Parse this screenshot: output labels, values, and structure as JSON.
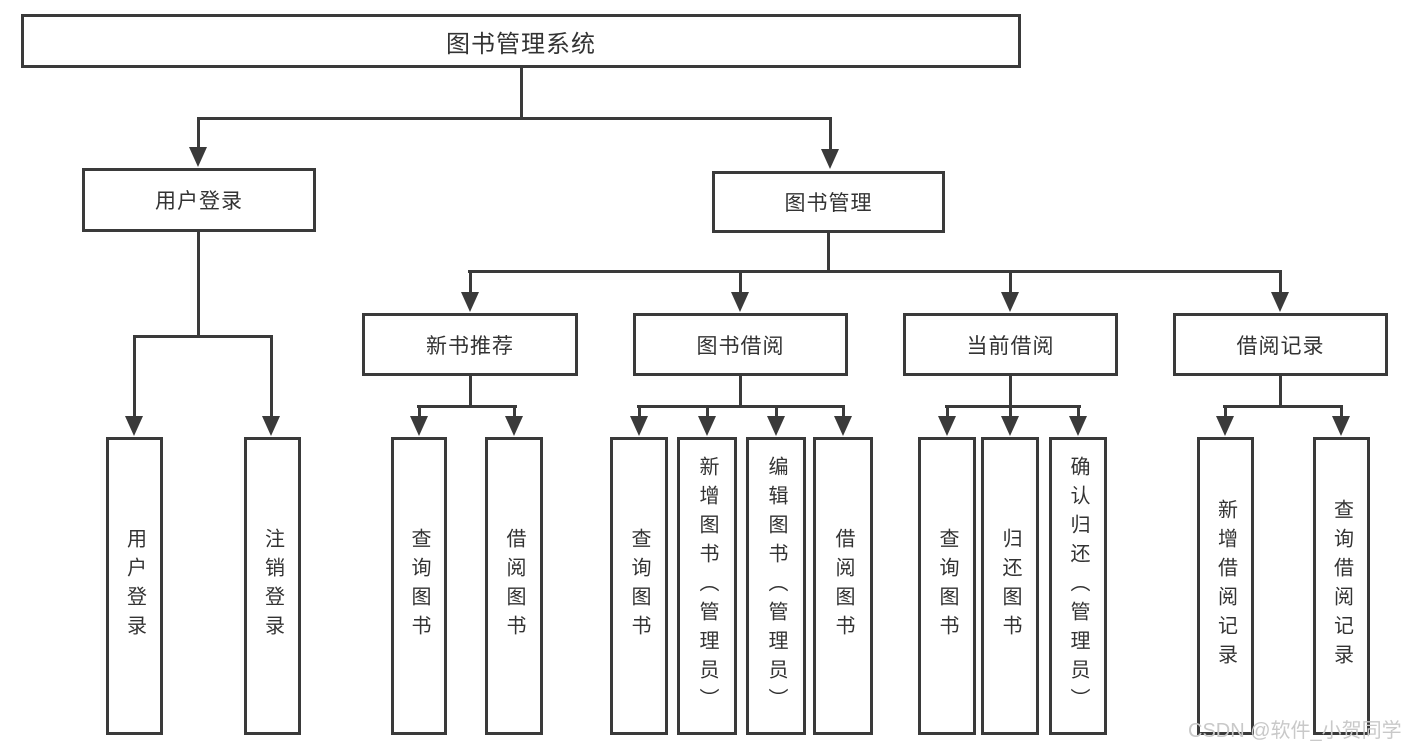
{
  "diagram": {
    "title": "图书管理系统",
    "level2": [
      {
        "label": "用户登录"
      },
      {
        "label": "图书管理"
      }
    ],
    "level3": [
      {
        "label": "新书推荐"
      },
      {
        "label": "图书借阅"
      },
      {
        "label": "当前借阅"
      },
      {
        "label": "借阅记录"
      }
    ],
    "leaves": [
      {
        "label": "用户登录"
      },
      {
        "label": "注销登录"
      },
      {
        "label": "查询图书"
      },
      {
        "label": "借阅图书"
      },
      {
        "label": "查询图书"
      },
      {
        "label": "新增图书（管理员）"
      },
      {
        "label": "编辑图书（管理员）"
      },
      {
        "label": "借阅图书"
      },
      {
        "label": "查询图书"
      },
      {
        "label": "归还图书"
      },
      {
        "label": "确认归还（管理员）"
      },
      {
        "label": "新增借阅记录"
      },
      {
        "label": "查询借阅记录"
      }
    ],
    "watermark": "CSDN @软件_小贺同学",
    "colors": {
      "line": "#3a3a3a",
      "text": "#333333",
      "watermark": "#c9c9c9",
      "background": "#ffffff"
    }
  }
}
